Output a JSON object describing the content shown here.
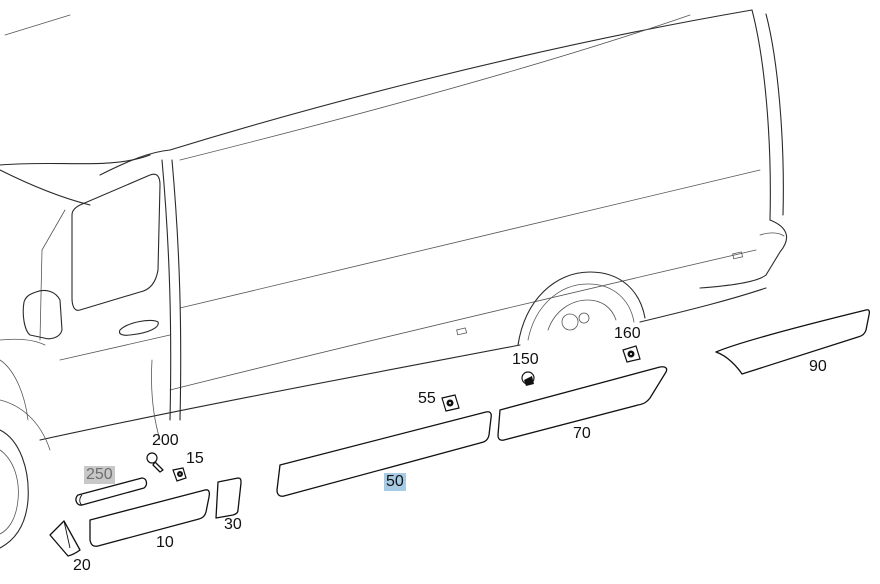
{
  "diagram": {
    "callouts": [
      {
        "id": "200",
        "label": "200",
        "state": "normal"
      },
      {
        "id": "15",
        "label": "15",
        "state": "normal"
      },
      {
        "id": "250",
        "label": "250",
        "state": "muted"
      },
      {
        "id": "20",
        "label": "20",
        "state": "normal"
      },
      {
        "id": "10",
        "label": "10",
        "state": "normal"
      },
      {
        "id": "30",
        "label": "30",
        "state": "normal"
      },
      {
        "id": "50",
        "label": "50",
        "state": "selected"
      },
      {
        "id": "55",
        "label": "55",
        "state": "normal"
      },
      {
        "id": "150",
        "label": "150",
        "state": "normal"
      },
      {
        "id": "160",
        "label": "160",
        "state": "normal"
      },
      {
        "id": "70",
        "label": "70",
        "state": "normal"
      },
      {
        "id": "90",
        "label": "90",
        "state": "normal"
      }
    ],
    "colors": {
      "selected_highlight": "#a8cbe5",
      "muted_highlight": "#c8c8c8",
      "line": "#111111",
      "background": "#ffffff"
    }
  }
}
